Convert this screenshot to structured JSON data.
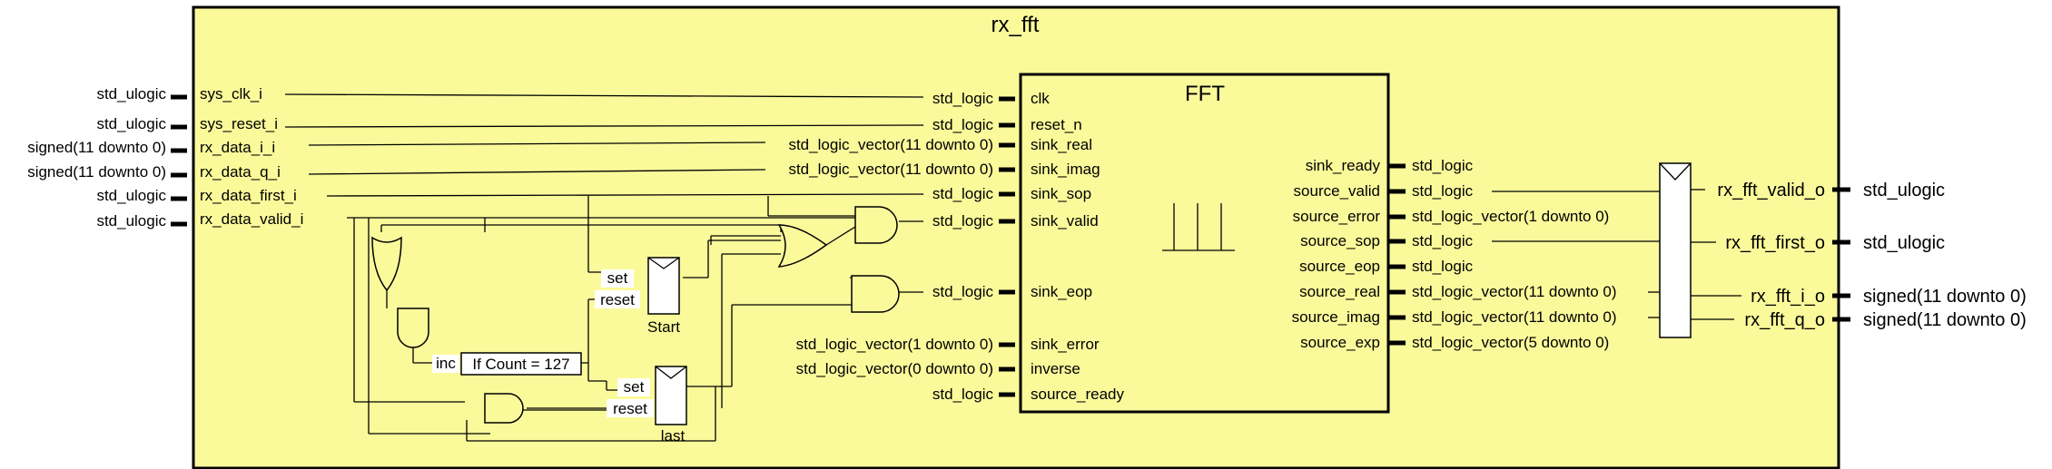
{
  "module_title": "rx_fft",
  "fft_title": "FFT",
  "colors": {
    "module_fill": "#fbfa9b",
    "stroke": "#000000",
    "background": "#ffffff"
  },
  "top_inputs": [
    {
      "type": "std_ulogic",
      "name": "sys_clk_i"
    },
    {
      "type": "std_ulogic",
      "name": "sys_reset_i"
    },
    {
      "type": "signed(11 downto 0)",
      "name": "rx_data_i_i"
    },
    {
      "type": "signed(11 downto 0)",
      "name": "rx_data_q_i"
    },
    {
      "type": "std_ulogic",
      "name": "rx_data_first_i"
    },
    {
      "type": "std_ulogic",
      "name": "rx_data_valid_i"
    }
  ],
  "fft_inputs": [
    {
      "type": "std_logic",
      "name": "clk"
    },
    {
      "type": "std_logic",
      "name": "reset_n"
    },
    {
      "type": "std_logic_vector(11 downto 0)",
      "name": "sink_real"
    },
    {
      "type": "std_logic_vector(11 downto 0)",
      "name": "sink_imag"
    },
    {
      "type": "std_logic",
      "name": "sink_sop"
    },
    {
      "type": "std_logic",
      "name": "sink_valid"
    },
    {
      "type": "std_logic",
      "name": "sink_eop"
    },
    {
      "type": "std_logic_vector(1 downto 0)",
      "name": "sink_error"
    },
    {
      "type": "std_logic_vector(0 downto 0)",
      "name": "inverse"
    },
    {
      "type": "std_logic",
      "name": "source_ready"
    }
  ],
  "fft_outputs": [
    {
      "type": "std_logic",
      "name": "sink_ready"
    },
    {
      "type": "std_logic",
      "name": "source_valid"
    },
    {
      "type": "std_logic_vector(1 downto 0)",
      "name": "source_error"
    },
    {
      "type": "std_logic",
      "name": "source_sop"
    },
    {
      "type": "std_logic",
      "name": "source_eop"
    },
    {
      "type": "std_logic_vector(11 downto 0)",
      "name": "source_real"
    },
    {
      "type": "std_logic_vector(11 downto 0)",
      "name": "source_imag"
    },
    {
      "type": "std_logic_vector(5 downto 0)",
      "name": "source_exp"
    }
  ],
  "top_outputs": [
    {
      "name": "rx_fft_valid_o",
      "type": "std_ulogic"
    },
    {
      "name": "rx_fft_first_o",
      "type": "std_ulogic"
    },
    {
      "name": "rx_fft_i_o",
      "type": "signed(11 downto 0)"
    },
    {
      "name": "rx_fft_q_o",
      "type": "signed(11 downto 0)"
    }
  ],
  "start_register": {
    "label": "Start",
    "set": "set",
    "reset": "reset"
  },
  "last_register": {
    "label": "last",
    "set": "set",
    "reset": "reset"
  },
  "counter": {
    "inc": "inc",
    "condition": "If Count = 127"
  }
}
